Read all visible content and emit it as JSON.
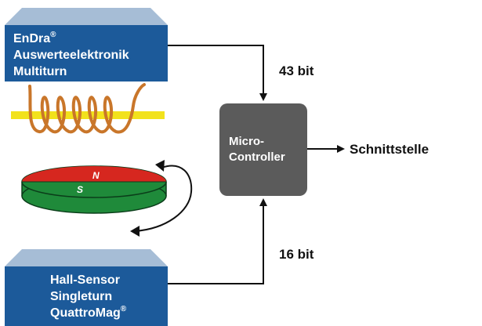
{
  "top_box": {
    "brand": "EnDra",
    "brand_mark": "®",
    "line2": "Auswerteelektronik",
    "line3": "Multiturn"
  },
  "bottom_box": {
    "line1": "Hall-Sensor",
    "line2": "Singleturn",
    "line3": "QuattroMag",
    "line3_mark": "®"
  },
  "microcontroller": {
    "line1": "Micro-",
    "line2": "Controller"
  },
  "edges": {
    "top_bits": "43 bit",
    "bottom_bits": "16 bit",
    "output": "Schnittstelle"
  },
  "magnet": {
    "north": "N",
    "south": "S"
  },
  "colors": {
    "box_blue": "#1c5a9a",
    "box_top": "#a6bdd6",
    "coil": "#c9762a",
    "bar": "#f2e21c",
    "magnet_red": "#d6271f",
    "magnet_green": "#1f8a3a",
    "controller": "#5b5b5b"
  }
}
